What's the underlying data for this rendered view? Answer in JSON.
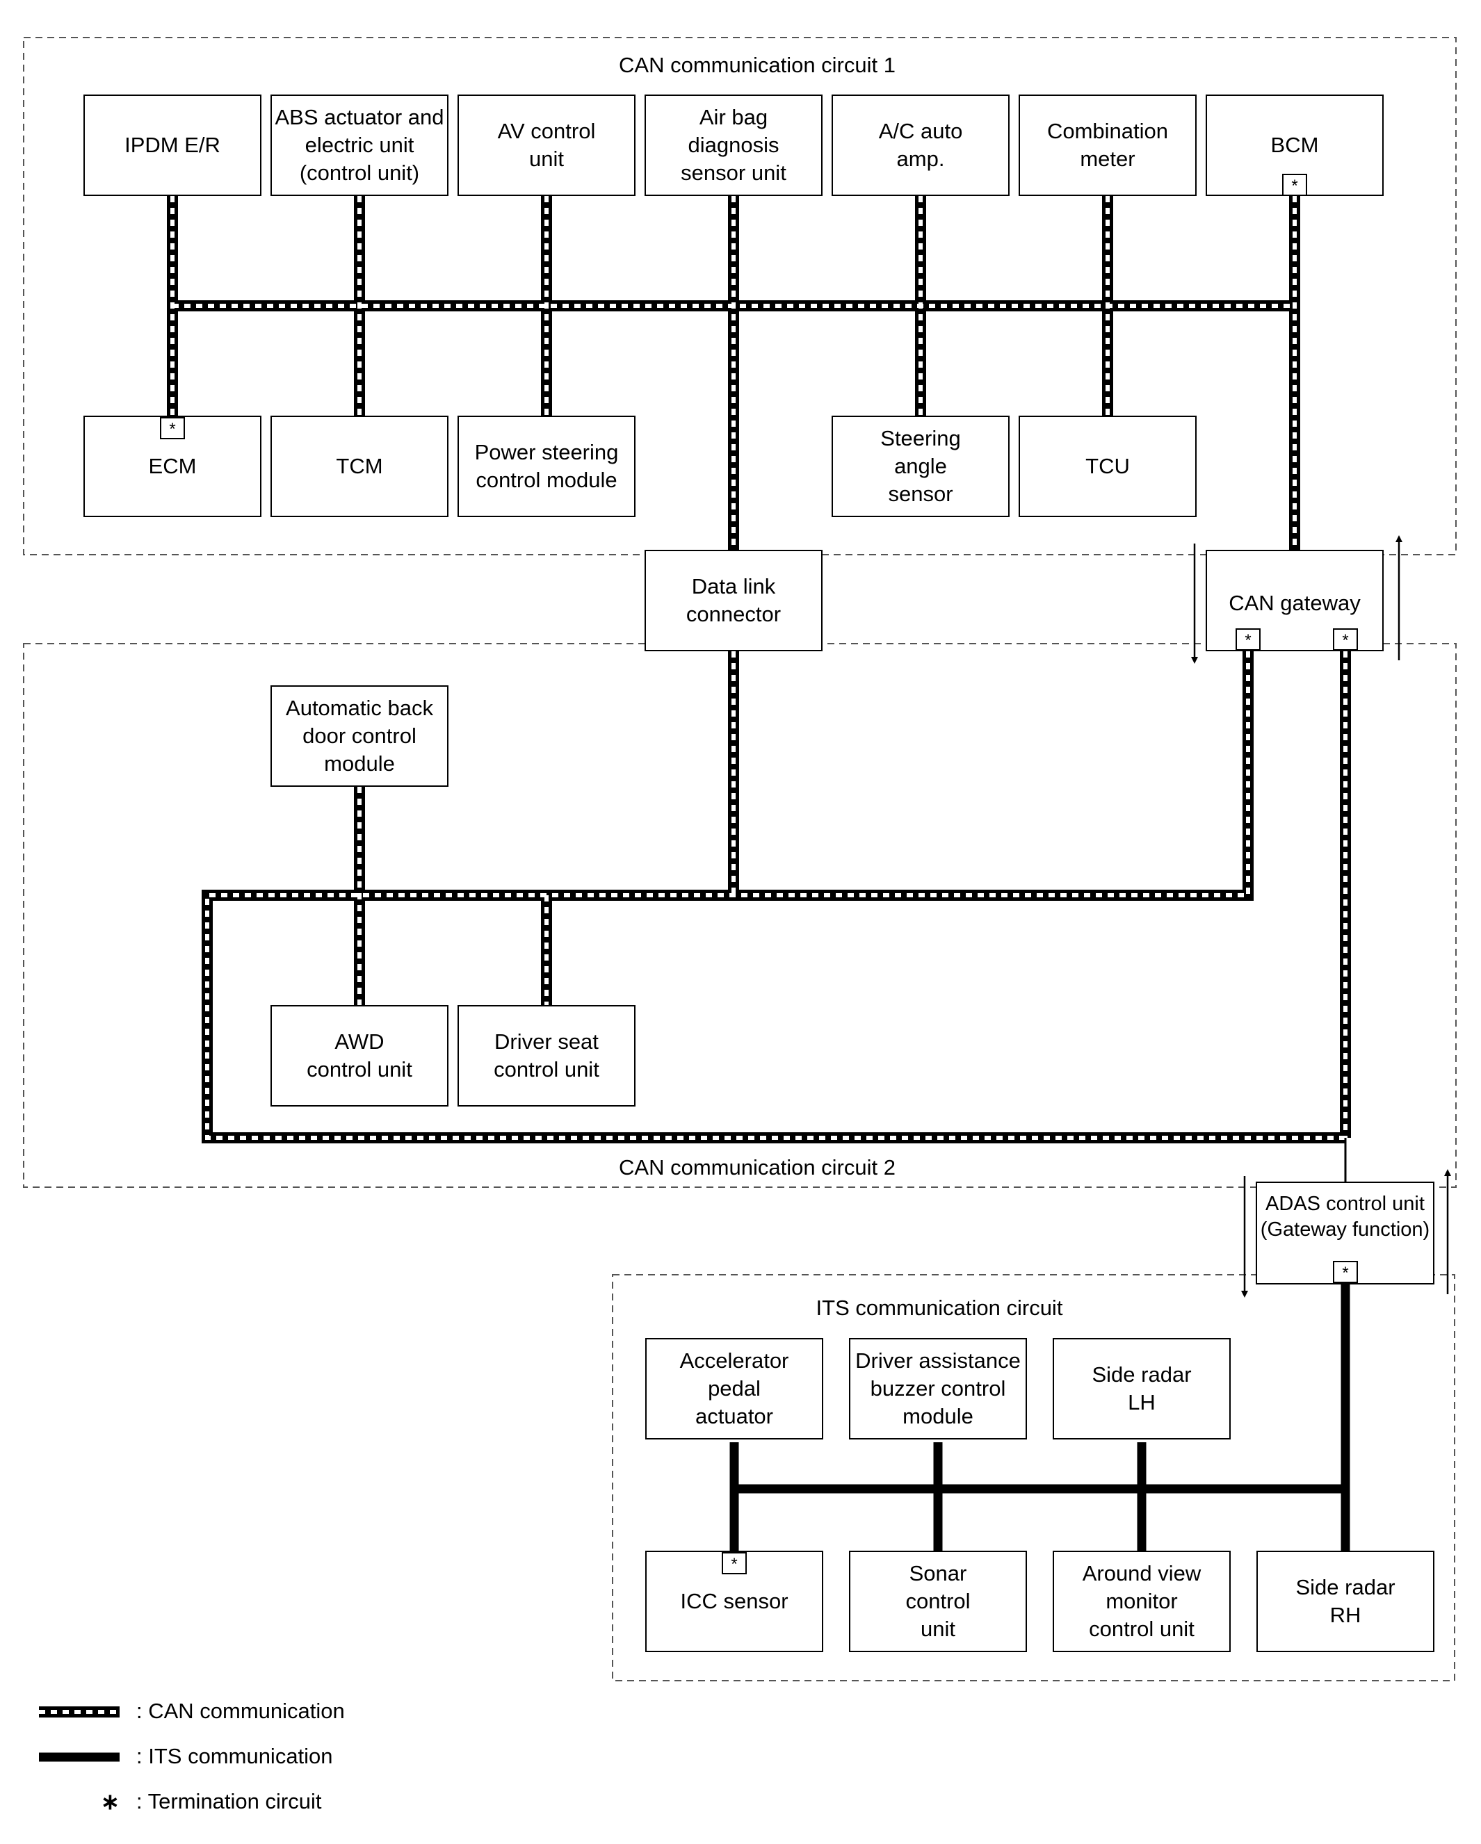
{
  "regions": {
    "can1": {
      "title": "CAN communication circuit 1"
    },
    "can2": {
      "title": "CAN communication circuit 2"
    },
    "its": {
      "title": "ITS communication circuit"
    }
  },
  "units": {
    "ipdm": "IPDM E/R",
    "abs": "ABS actuator and\nelectric unit\n(control unit)",
    "av": "AV control\nunit",
    "airbag": "Air bag\ndiagnosis\nsensor unit",
    "ac": "A/C auto\namp.",
    "meter": "Combination\nmeter",
    "bcm": "BCM",
    "ecm": "ECM",
    "tcm": "TCM",
    "ps": "Power steering\ncontrol module",
    "steer": "Steering\nangle\nsensor",
    "tcu": "TCU",
    "dlc": "Data link\nconnector",
    "gateway": "CAN gateway",
    "backdoor": "Automatic back\ndoor control\nmodule",
    "awd": "AWD\ncontrol unit",
    "seat": "Driver seat\ncontrol unit",
    "adas": "ADAS control unit\n(Gateway function)",
    "accel": "Accelerator\npedal\nactuator",
    "buzzer": "Driver assistance\nbuzzer control\nmodule",
    "radar_lh": "Side radar\nLH",
    "icc": "ICC sensor",
    "sonar": "Sonar\ncontrol\nunit",
    "avm": "Around view\nmonitor\ncontrol unit",
    "radar_rh": "Side radar\nRH"
  },
  "termination_mark": "*",
  "legend": {
    "can": ": CAN communication",
    "its": ": ITS communication",
    "term_symbol": "∗",
    "term": ": Termination circuit"
  },
  "colors": {
    "line": "#000000",
    "background": "#ffffff"
  }
}
